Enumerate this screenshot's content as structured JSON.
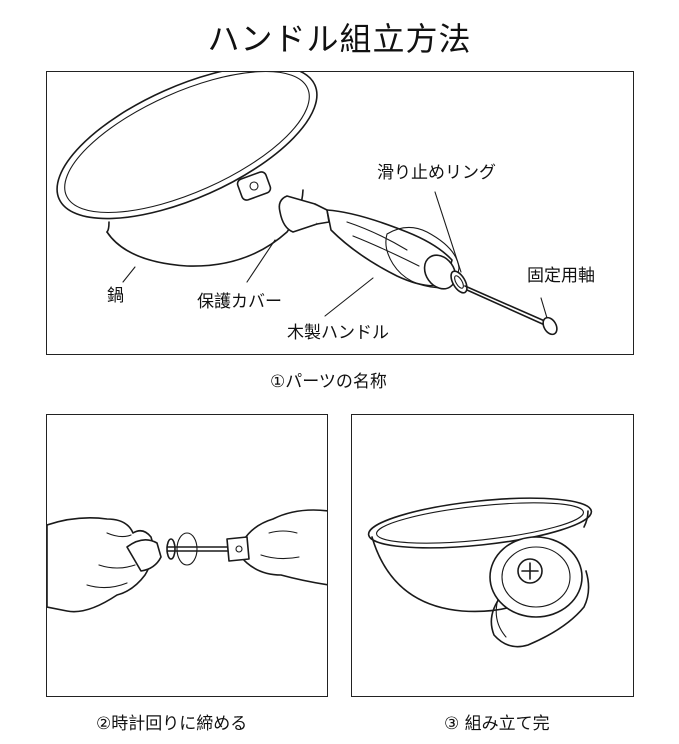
{
  "title": "ハンドル組立方法",
  "panel1": {
    "labels": {
      "pot": "鍋",
      "cover": "保護カバー",
      "handle": "木製ハンドル",
      "ring": "滑り止めリング",
      "shaft": "固定用軸"
    },
    "caption": "①パーツの名称"
  },
  "panel2": {
    "caption": "②時計回りに締める"
  },
  "panel3": {
    "caption": "③ 組み立て完"
  }
}
